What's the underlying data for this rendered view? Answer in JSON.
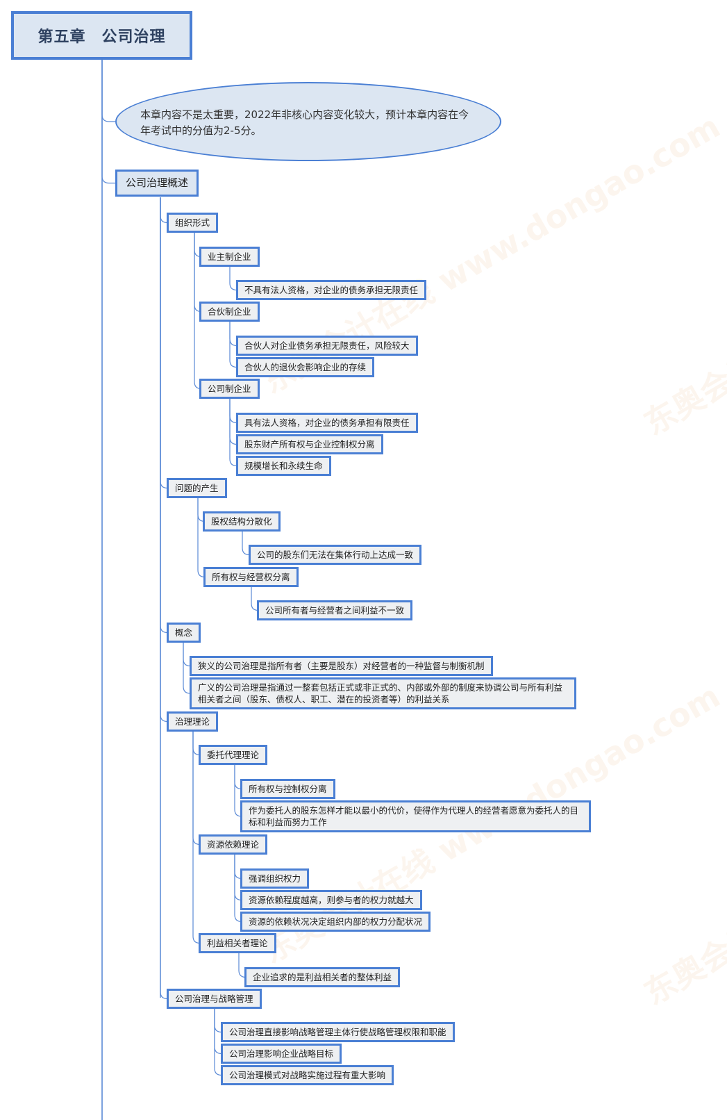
{
  "title": "第五章　公司治理",
  "summary": "本章内容不是太重要，2022年非核心内容变化较大，预计本章内容在今年考试中的分值为2-5分。",
  "overview": {
    "label": "公司治理概述",
    "org_forms": {
      "label": "组织形式",
      "sole": {
        "label": "业主制企业",
        "items": [
          "不具有法人资格，对企业的债务承担无限责任"
        ]
      },
      "partnership": {
        "label": "合伙制企业",
        "items": [
          "合伙人对企业债务承担无限责任，风险较大",
          "合伙人的退伙会影响企业的存续"
        ]
      },
      "corporate": {
        "label": "公司制企业",
        "items": [
          "具有法人资格，对企业的债务承担有限责任",
          "股东财产所有权与企业控制权分离",
          "规模增长和永续生命"
        ]
      }
    },
    "problems": {
      "label": "问题的产生",
      "dispersed": {
        "label": "股权结构分散化",
        "items": [
          "公司的股东们无法在集体行动上达成一致"
        ]
      },
      "separation": {
        "label": "所有权与经营权分离",
        "items": [
          "公司所有者与经营者之间利益不一致"
        ]
      }
    },
    "concept": {
      "label": "概念",
      "items": [
        "狭义的公司治理是指所有者（主要是股东）对经营者的一种监督与制衡机制",
        "广义的公司治理是指通过一整套包括正式或非正式的、内部或外部的制度来协调公司与所有利益相关者之间（股东、债权人、职工、潜在的投资者等）的利益关系"
      ]
    },
    "theories": {
      "label": "治理理论",
      "agency": {
        "label": "委托代理理论",
        "items": [
          "所有权与控制权分离",
          "作为委托人的股东怎样才能以最小的代价，使得作为代理人的经营者愿意为委托人的目标和利益而努力工作"
        ]
      },
      "resource": {
        "label": "资源依赖理论",
        "items": [
          "强调组织权力",
          "资源依赖程度越高，则参与者的权力就越大",
          "资源的依赖状况决定组织内部的权力分配状况"
        ]
      },
      "stakeholder": {
        "label": "利益相关者理论",
        "items": [
          "企业追求的是利益相关者的整体利益"
        ]
      }
    },
    "strategy": {
      "label": "公司治理与战略管理",
      "items": [
        "公司治理直接影响战略管理主体行使战略管理权限和职能",
        "公司治理影响企业战略目标",
        "公司治理模式对战略实施过程有重大影响"
      ]
    }
  },
  "watermark": "东奥会计在线 www.dongao.com"
}
